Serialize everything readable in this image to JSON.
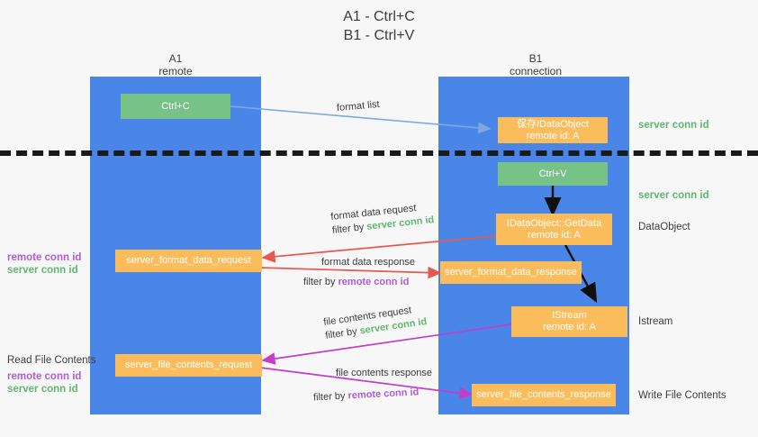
{
  "title": {
    "line1": "A1 - Ctrl+C",
    "line2": "B1 - Ctrl+V"
  },
  "lanes": [
    {
      "id": "a1",
      "name": "A1",
      "subtitle": "remote"
    },
    {
      "id": "b1",
      "name": "B1",
      "subtitle": "connection"
    }
  ],
  "nodes": {
    "ctrl_c": {
      "label": "Ctrl+C",
      "kind": "green"
    },
    "ctrl_v": {
      "label": "Ctrl+V",
      "kind": "green"
    },
    "save_dataobject": {
      "line1": "保存IDataObject",
      "line2": "remote id: A",
      "kind": "orange"
    },
    "getdata": {
      "line1": "IDataObject::GetData",
      "line2": "remote id: A",
      "kind": "orange"
    },
    "istream": {
      "line1": "IStream",
      "line2": "remote id: A",
      "kind": "orange"
    },
    "format_data_request": {
      "label": "server_format_data_request",
      "kind": "orange"
    },
    "format_data_response": {
      "label": "server_format_data_response",
      "kind": "orange"
    },
    "file_contents_request": {
      "label": "server_file_contents_request",
      "kind": "orange"
    },
    "file_contents_response": {
      "label": "server_file_contents_response",
      "kind": "orange"
    }
  },
  "edges": {
    "format_list": {
      "label": "format list"
    },
    "format_data_request": {
      "label": "format data request",
      "filter_prefix": "filter by ",
      "filter_key": "server conn id"
    },
    "format_data_response": {
      "label": "format data response",
      "filter_prefix": "filter by ",
      "filter_key": "remote conn id"
    },
    "file_contents_request": {
      "label": "file contents request",
      "filter_prefix": "filter by ",
      "filter_key": "server conn id"
    },
    "file_contents_response": {
      "label": "file contents response",
      "filter_prefix": "filter by ",
      "filter_key": "remote conn id"
    }
  },
  "right_labels": {
    "server_conn_top": "server conn id",
    "server_conn_mid": "server conn id",
    "dataobject": "DataObject",
    "istream": "Istream",
    "write_file_contents": "Write File Contents"
  },
  "left_labels": {
    "remote_conn_1": "remote conn id",
    "server_conn_1": "server conn id",
    "read_file_contents": "Read File Contents",
    "remote_conn_2": "remote conn id",
    "server_conn_2": "server conn id"
  },
  "colors": {
    "lane": "#4a86e8",
    "green_node": "#77c387",
    "orange_node": "#fbbc5c",
    "server_conn": "#5fb770",
    "remote_conn": "#b05cd6",
    "arrow_blue": "#7fa9e0",
    "arrow_red": "#e8584f",
    "arrow_magenta": "#c23ec9",
    "arrow_black": "#101010",
    "background": "#f7f7f7"
  }
}
